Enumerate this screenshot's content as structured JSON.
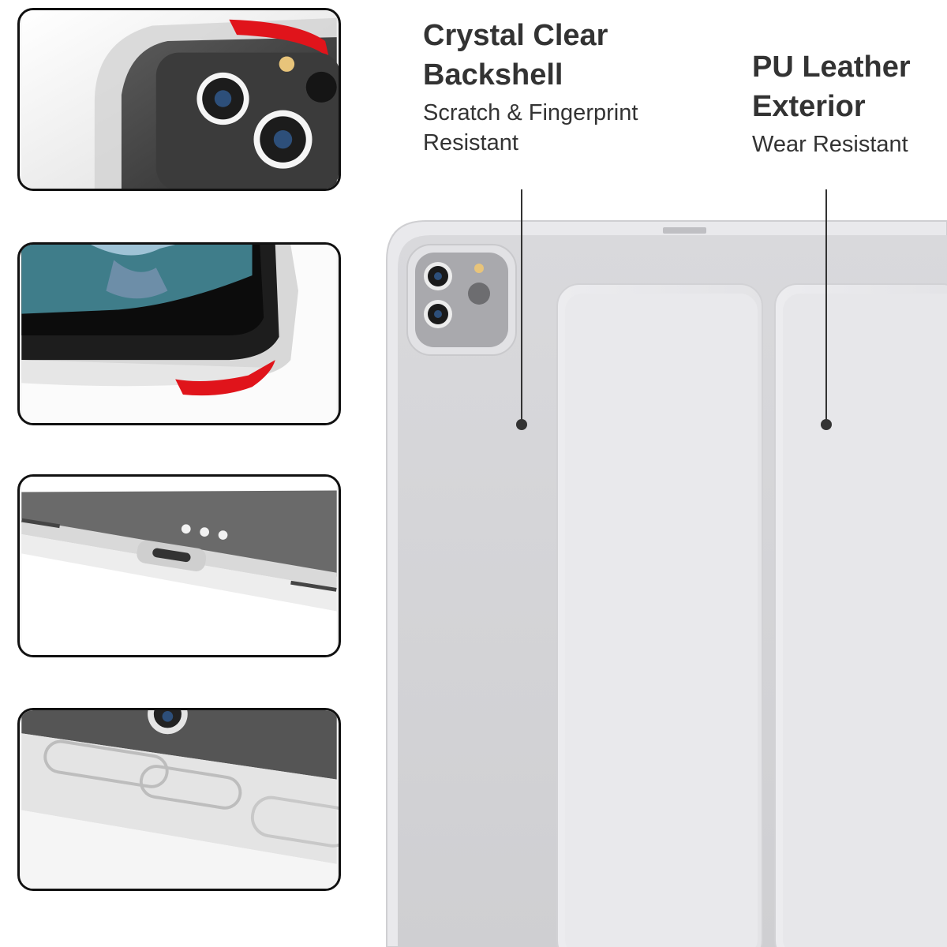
{
  "callouts": {
    "crystal": {
      "title_line1": "Crystal Clear",
      "title_line2": "Backshell",
      "sub_line1": "Scratch & Fingerprint",
      "sub_line2": "Resistant"
    },
    "leather": {
      "title_line1": "PU Leather",
      "title_line2": "Exterior",
      "sub_line1": "Wear Resistant"
    }
  },
  "colors": {
    "accent_red": "#e0141b",
    "case_grey": "#d3d3d6",
    "cover_light": "#e7e7ea",
    "text_dark": "#333333"
  }
}
